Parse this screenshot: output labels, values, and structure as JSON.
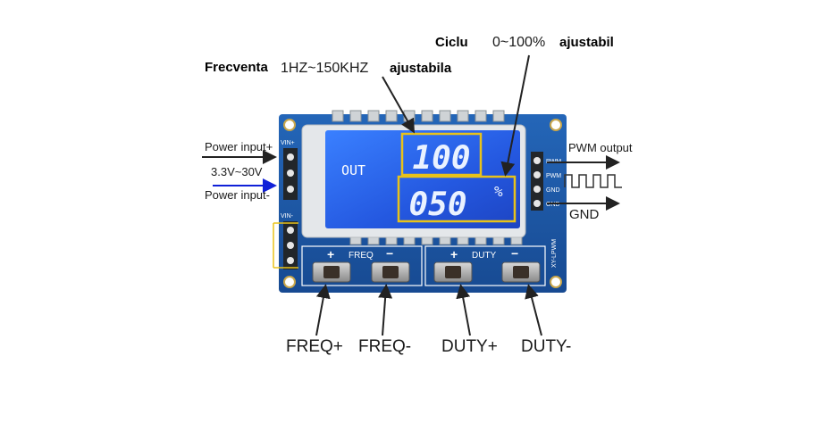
{
  "annotations": {
    "frequency_title": "Frecventa",
    "frequency_range": "1HZ~150KHZ",
    "frequency_adjust": "ajustabila",
    "duty_title": "Ciclu",
    "duty_range": "0~100%",
    "duty_adjust": "ajustabil",
    "power_input_plus": "Power input+",
    "voltage_range": "3.3V~30V",
    "power_input_minus": "Power input-",
    "pwm_output": "PWM output",
    "gnd_output": "GND",
    "freq_plus": "FREQ+",
    "freq_minus": "FREQ-",
    "duty_plus": "DUTY+",
    "duty_minus": "DUTY-"
  },
  "board": {
    "silk_vin_plus": "VIN+",
    "silk_vin_minus": "VIN-",
    "silk_pwm_1": "PWM",
    "silk_pwm_2": "PWM",
    "silk_gnd_1": "GND",
    "silk_gnd_2": "GND",
    "silk_freq": "FREQ",
    "silk_duty": "DUTY",
    "silk_model": "XY-LPWM",
    "lcd_mode": "OUT",
    "lcd_top_value": "100",
    "lcd_bottom_value": "050",
    "lcd_unit": "%",
    "plus_sign": "+",
    "minus_sign": "−"
  },
  "colors": {
    "pcb": "#1e5aa8",
    "lcd": "#2a6cf0",
    "highlight_box": "#e8c21a",
    "power_minus_arrow": "#1020d8"
  }
}
